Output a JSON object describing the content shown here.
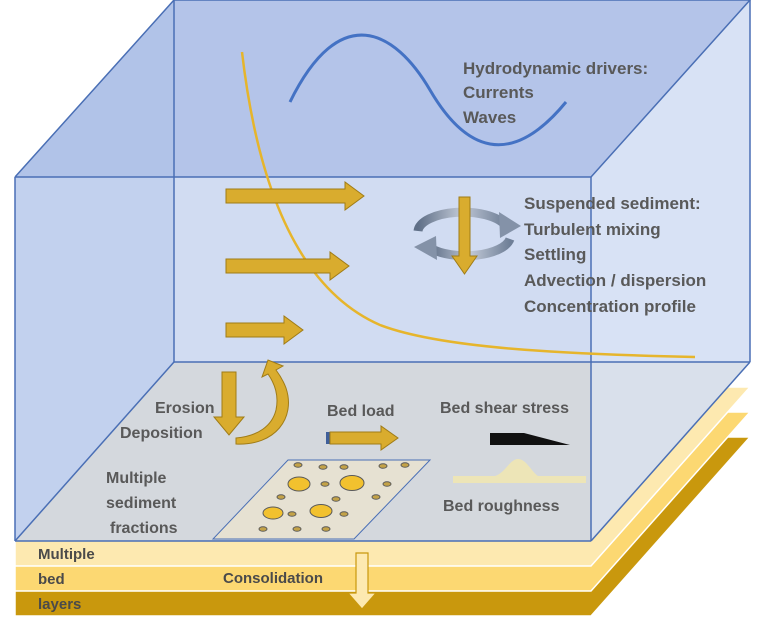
{
  "labels": {
    "hydro_title": "Hydrodynamic drivers:",
    "hydro_1": "Currents",
    "hydro_2": "Waves",
    "susp_title": "Suspended sediment:",
    "susp_1": "Turbulent mixing",
    "susp_2": "Settling",
    "susp_3": "Advection / dispersion",
    "susp_4": "Concentration profile",
    "erosion": "Erosion",
    "deposition": "Deposition",
    "bed_load": "Bed load",
    "shear": "Bed shear stress",
    "roughness": "Bed roughness",
    "fractions_1": "Multiple",
    "fractions_2": "sediment",
    "fractions_3": "fractions",
    "layers_1": "Multiple",
    "layers_2": "bed",
    "layers_3": "layers",
    "consolidation": "Consolidation"
  },
  "colors": {
    "water_top": "#9db3e0",
    "water_front": "#c2d0ee",
    "water_side": "#d6e0f4",
    "box_edge": "#4a6fb5",
    "seabed": "#e4dfcf",
    "layer_1": "#fde9b0",
    "layer_2": "#fcd872",
    "layer_3": "#c9980d",
    "arrow": "#d9ac2e",
    "wave": "#4472c4",
    "profile": "#e6b52c"
  }
}
